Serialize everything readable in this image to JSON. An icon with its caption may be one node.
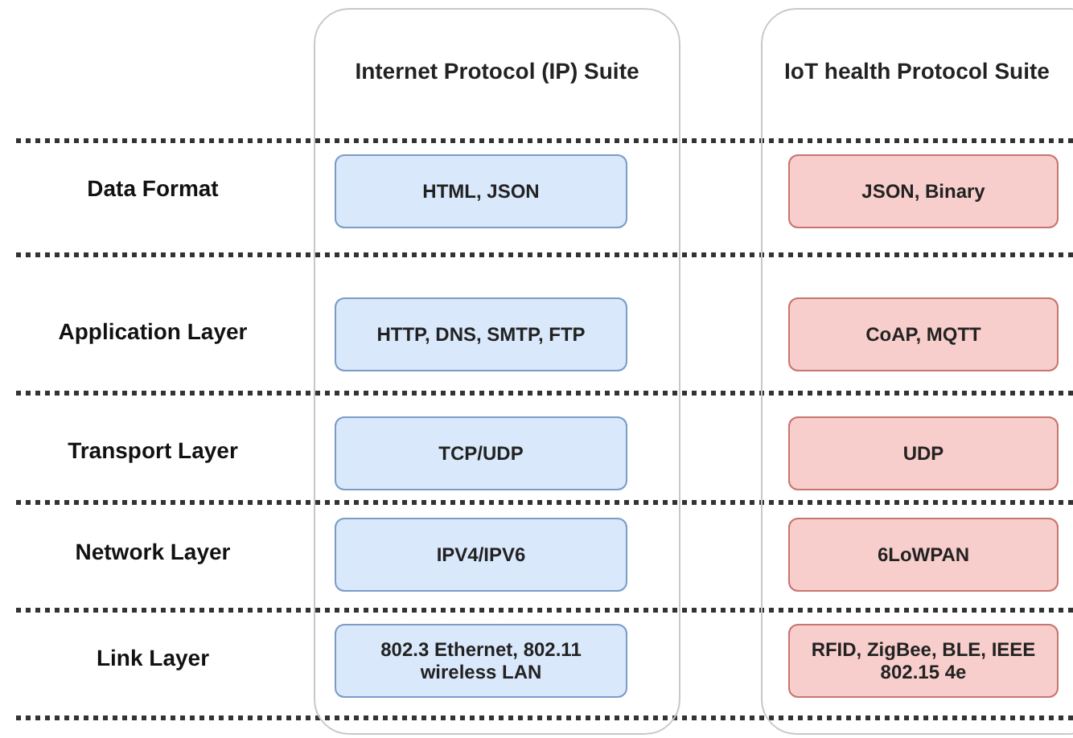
{
  "diagram": {
    "nodes": [
      {
        "text": [
          "Internet Protocol (IP) Suite"
        ]
      },
      {
        "text": [
          "HTML, JSON"
        ],
        "in": 0
      },
      {
        "text": [
          "HTTP, DNS, SMTP, FTP"
        ],
        "in": 0
      },
      {
        "text": [
          "TCP/UDP"
        ],
        "in": 0
      },
      {
        "text": [
          "IPV4/IPV6"
        ],
        "in": 0
      },
      {
        "text": [
          "802.3 Ethernet, 802.11 wireless LAN"
        ],
        "in": 0
      },
      {
        "text": [
          "IoT health Protocol Suite"
        ]
      },
      {
        "text": [
          "JSON, Binary"
        ],
        "in": 6
      },
      {
        "text": [
          "CoAP, MQTT"
        ],
        "in": 6
      },
      {
        "text": [
          "UDP"
        ],
        "in": 6
      },
      {
        "text": [
          "6LoWPAN"
        ],
        "in": 6
      },
      {
        "text": [
          "RFID, ZigBee, BLE, IEEE 802.15 4e"
        ],
        "in": 6
      }
    ],
    "labels": [
      "Data Format",
      "Application Layer",
      "Transport Layer",
      "Network Layer",
      "Link Layer"
    ]
  }
}
